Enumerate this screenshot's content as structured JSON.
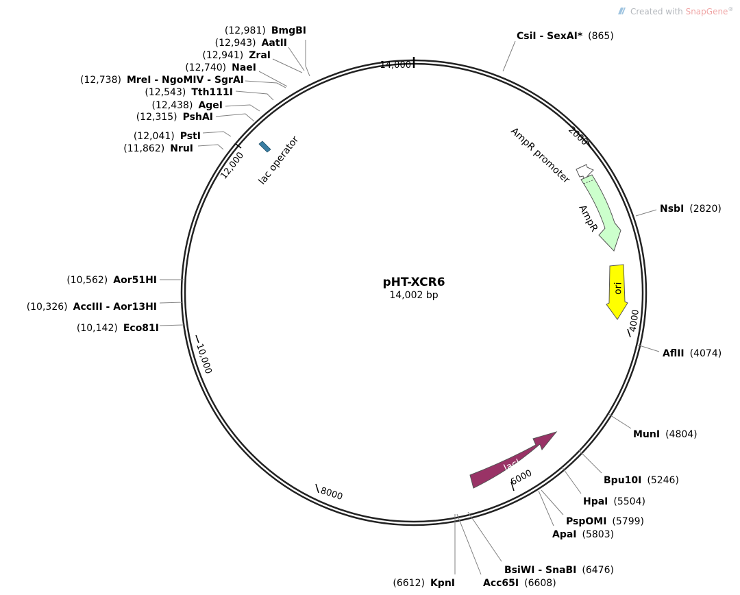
{
  "credit": {
    "prefix": "Created with ",
    "brand": "SnapGene",
    "suffix": "®",
    "brand_color": "#f0a6a6"
  },
  "plasmid": {
    "name": "pHT-XCR6",
    "length_label": "14,002 bp"
  },
  "ruler_ticks": [
    {
      "label": "14,000"
    },
    {
      "label": "2000"
    },
    {
      "label": "4000"
    },
    {
      "label": "6000"
    },
    {
      "label": "8000"
    },
    {
      "label": "10,000"
    },
    {
      "label": "12,000"
    }
  ],
  "sites": [
    {
      "id": "bmgbi",
      "name": "BmgBI",
      "pos": "(12,981)"
    },
    {
      "id": "aatii",
      "name": "AatII",
      "pos": "(12,943)"
    },
    {
      "id": "zrai",
      "name": "ZraI",
      "pos": "(12,941)"
    },
    {
      "id": "naei",
      "name": "NaeI",
      "pos": "(12,740)"
    },
    {
      "id": "mrei",
      "name": "MreI - NgoMIV - SgrAI",
      "pos": "(12,738)"
    },
    {
      "id": "tth111i",
      "name": "Tth111I",
      "pos": "(12,543)"
    },
    {
      "id": "agei",
      "name": "AgeI",
      "pos": "(12,438)"
    },
    {
      "id": "pshai",
      "name": "PshAI",
      "pos": "(12,315)"
    },
    {
      "id": "psti",
      "name": "PstI",
      "pos": "(12,041)"
    },
    {
      "id": "nrui",
      "name": "NruI",
      "pos": "(11,862)"
    },
    {
      "id": "aor51hi",
      "name": "Aor51HI",
      "pos": "(10,562)"
    },
    {
      "id": "acciii",
      "name": "AccIII - Aor13HI",
      "pos": "(10,326)"
    },
    {
      "id": "eco81i",
      "name": "Eco81I",
      "pos": "(10,142)"
    },
    {
      "id": "csii",
      "name": "CsiI - SexAI*",
      "pos": "(865)"
    },
    {
      "id": "nsbi",
      "name": "NsbI",
      "pos": "(2820)"
    },
    {
      "id": "aflii",
      "name": "AflII",
      "pos": "(4074)"
    },
    {
      "id": "muni",
      "name": "MunI",
      "pos": "(4804)"
    },
    {
      "id": "bpu10i",
      "name": "Bpu10I",
      "pos": "(5246)"
    },
    {
      "id": "hpai",
      "name": "HpaI",
      "pos": "(5504)"
    },
    {
      "id": "pspomi",
      "name": "PspOMI",
      "pos": "(5799)"
    },
    {
      "id": "apai",
      "name": "ApaI",
      "pos": "(5803)"
    },
    {
      "id": "bsiwi",
      "name": "BsiWI - SnaBI",
      "pos": "(6476)"
    },
    {
      "id": "acc65i",
      "name": "Acc65I",
      "pos": "(6608)"
    },
    {
      "id": "kpni",
      "name": "KpnI",
      "pos": "(6612)"
    }
  ],
  "features": {
    "lac_operator": {
      "label": "lac operator",
      "color": "#3a7ea3"
    },
    "ampr_promoter": {
      "label": "AmpR promoter",
      "color": "#ffffff"
    },
    "ampr": {
      "label": "AmpR",
      "color": "#ccffcc"
    },
    "ori": {
      "label": "ori",
      "color": "#ffff00"
    },
    "laci": {
      "label": "lacI",
      "color": "#993366"
    }
  },
  "colors": {
    "backbone": "#222222",
    "leader": "#808080"
  }
}
